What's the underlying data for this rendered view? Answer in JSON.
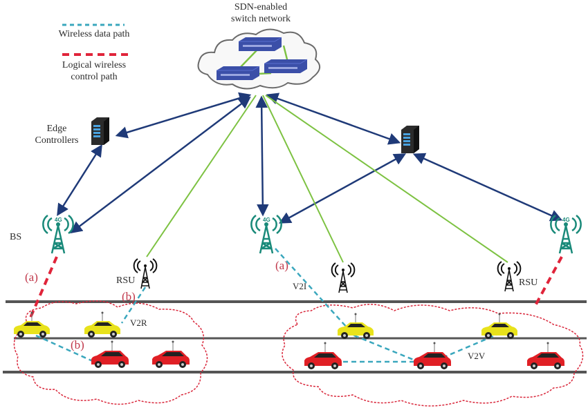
{
  "legend": {
    "items": [
      {
        "label": "Wireless data path",
        "style": "dashed",
        "color": "#3aa7bd"
      },
      {
        "label_line1": "Logical wireless",
        "label_line2": "control path",
        "style": "dashed",
        "color": "#e0243a"
      }
    ]
  },
  "core": {
    "title_line1": "SDN-enabled",
    "title_line2": "switch network",
    "switch_count": 3
  },
  "labels": {
    "edge_controllers_line1": "Edge",
    "edge_controllers_line2": "Controllers",
    "bs": "BS",
    "rsu_left": "RSU",
    "rsu_right": "RSU",
    "v2r": "V2R",
    "v2i": "V2I",
    "v2v": "V2V",
    "path_a_left": "(a)",
    "path_a_mid": "(a)",
    "path_b_top": "(b)",
    "path_b_bottom": "(b)",
    "bs_badge": "4G"
  },
  "colors": {
    "control_arrow": "#1f3a78",
    "green_link": "#7dc242",
    "wireless_data": "#3aa7bd",
    "control_path": "#e0243a",
    "tower_bs": "#1a8a7a",
    "road": "#555555",
    "car_yellow": "#e8e21b",
    "car_red": "#e01f25",
    "cluster_outline": "#d9263a",
    "server": "#2b2b2b",
    "switch_blue": "#3b4fa8"
  }
}
